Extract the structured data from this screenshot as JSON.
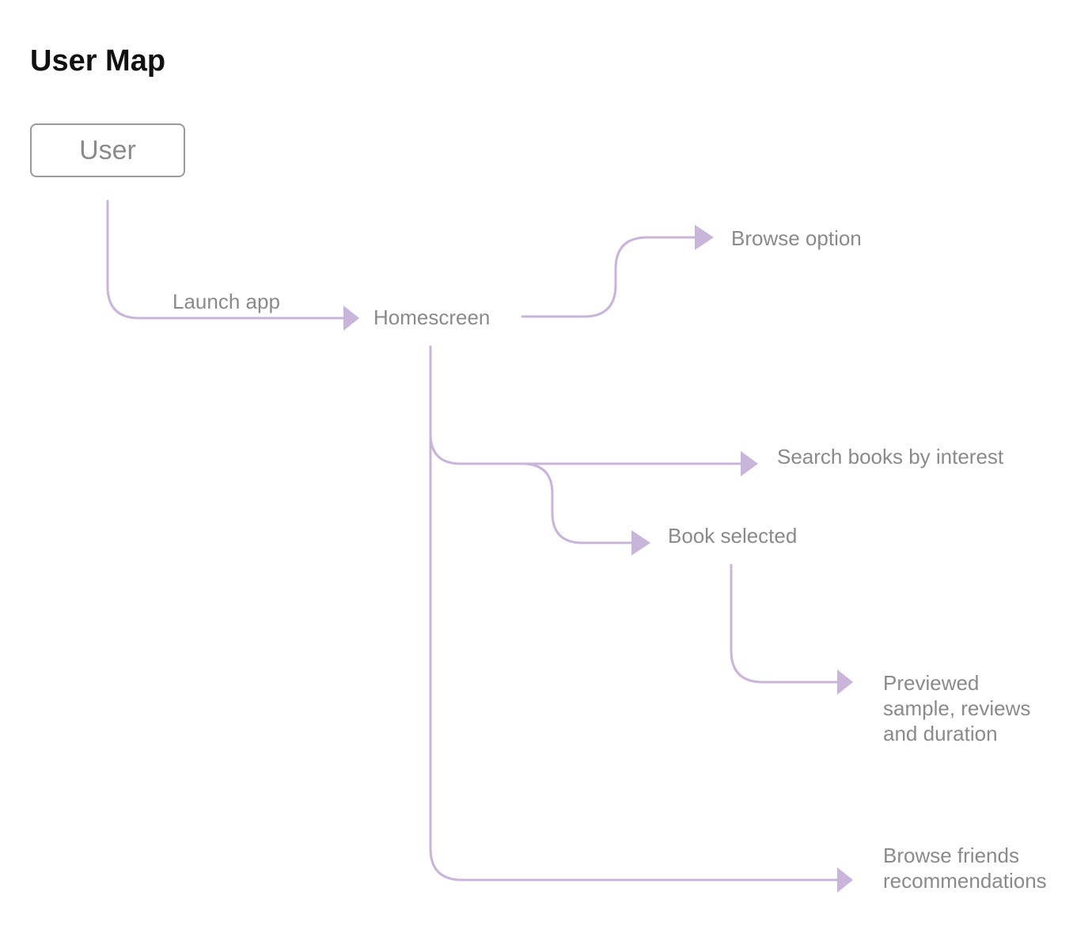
{
  "title": "User Map",
  "colors": {
    "connector": "#c9b5d9",
    "text": "#8a8a8a",
    "title": "#111111",
    "node_border": "#9a9a9a"
  },
  "nodes": {
    "user": "User",
    "homescreen": "Homescreen",
    "browse_option": "Browse option",
    "search_books": "Search books by interest",
    "book_selected": "Book selected",
    "previewed": [
      "Previewed",
      "sample, reviews",
      "and duration"
    ],
    "browse_friends": [
      "Browse friends",
      "recommendations"
    ]
  },
  "edges": {
    "launch_app": "Launch app"
  }
}
